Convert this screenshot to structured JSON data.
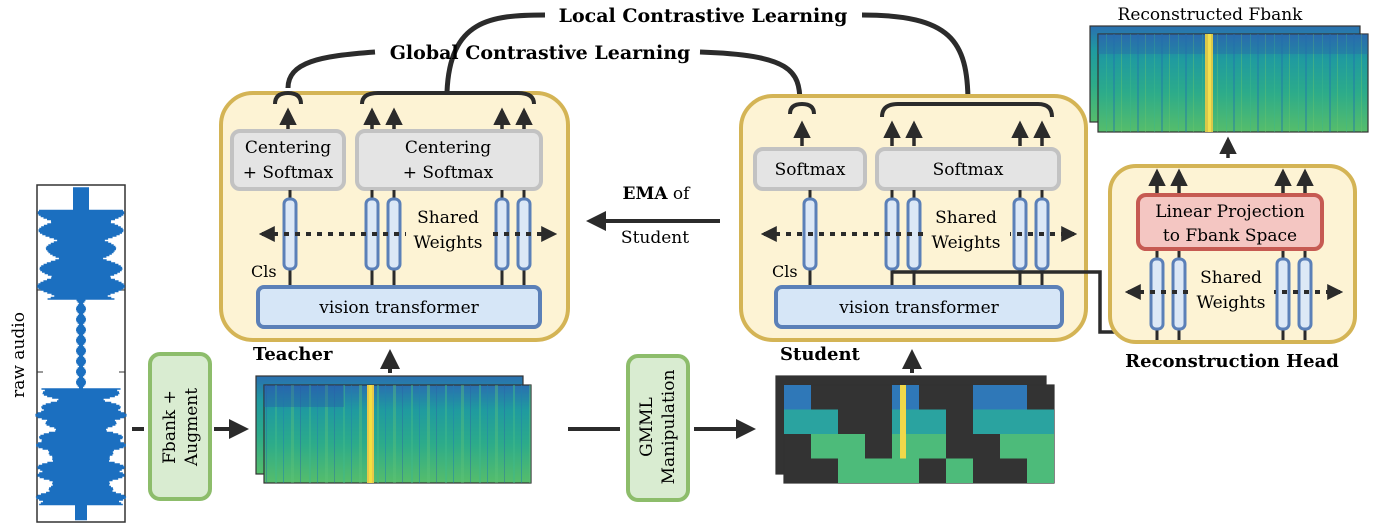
{
  "labels": {
    "local_cl": "Local Contrastive Learning",
    "global_cl": "Global Contrastive Learning",
    "reconstructed": "Reconstructed Fbank",
    "raw_audio": "raw audio",
    "fbank_augment_1": "Fbank +",
    "fbank_augment_2": "Augment",
    "gmml_1": "GMML",
    "gmml_2": "Manipulation",
    "teacher": "Teacher",
    "student": "Student",
    "recon_head": "Reconstruction Head",
    "ema_bold": "EMA",
    "ema_of": " of",
    "ema_student": "Student",
    "centering_1": "Centering",
    "centering_2": "+ Softmax",
    "softmax": "Softmax",
    "shared_1": "Shared",
    "shared_2": "Weights",
    "cls": "Cls",
    "vit": "vision transformer",
    "linear_1": "Linear Projection",
    "linear_2": "to Fbank Space"
  },
  "colors": {
    "panel_fill": "#fdf3d4",
    "panel_stroke": "#d4b455",
    "token_stroke": "#5b80b8",
    "token_fill": "#dce8f6",
    "vit_fill": "#d6e6f7",
    "softmax_fill": "#e4e4e4",
    "softmax_stroke": "#c2c2c2",
    "green_fill": "#d9ecd1",
    "green_stroke": "#8dbd6b",
    "linear_fill": "#f4c6c2",
    "linear_stroke": "#c65a52",
    "arrow": "#2b2b2b",
    "audio": "#1b6fc0"
  }
}
